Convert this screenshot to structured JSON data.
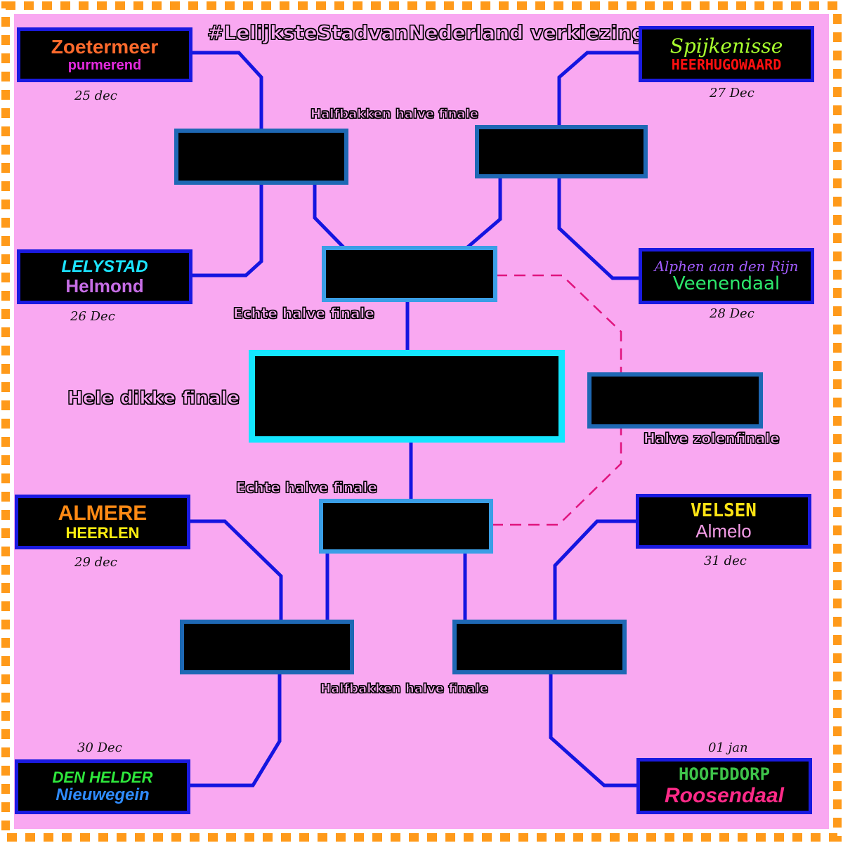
{
  "title": "#LelijksteStadvanNederland verkiezing",
  "labels": {
    "half_baked_semi_top": "Halfbakken halve finale",
    "half_baked_semi_bottom": "Halfbakken halve finale",
    "real_semi_top": "Echte halve finale",
    "real_semi_bottom": "Echte halve finale",
    "final": "Hele dikke finale",
    "third_place": "Halve zolenfinale"
  },
  "matches": [
    {
      "team1": "Zoetermeer",
      "team2": "purmerend",
      "date": "25 dec",
      "color1": "#ff6a2c",
      "color2": "#e52adf"
    },
    {
      "team1": "LELYSTAD",
      "team2": "Helmond",
      "date": "26 Dec",
      "color1": "#1ce4ff",
      "color2": "#c76ee6"
    },
    {
      "team1": "Spijkenisse",
      "team2": "HEERHUGOWAARD",
      "date": "27 Dec",
      "color1": "#a8ff2e",
      "color2": "#ff1010"
    },
    {
      "team1": "Alphen aan den Rijn",
      "team2": "Veenendaal",
      "date": "28 Dec",
      "color1": "#a35cff",
      "color2": "#2de86c"
    },
    {
      "team1": "ALMERE",
      "team2": "HEERLEN",
      "date": "29 dec",
      "color1": "#ff8a14",
      "color2": "#ffee10"
    },
    {
      "team1": "DEN HELDER",
      "team2": "Nieuwegein",
      "date": "30 Dec",
      "color1": "#2ee83c",
      "color2": "#2f8cff"
    },
    {
      "team1": "VELSEN",
      "team2": "Almelo",
      "date": "31 dec",
      "color1": "#ffe414",
      "color2": "#f39ce6"
    },
    {
      "team1": "HOOFDDORP",
      "team2": "Roosendaal",
      "date": "01 jan",
      "color1": "#3ec44a",
      "color2": "#ff2a88"
    }
  ]
}
